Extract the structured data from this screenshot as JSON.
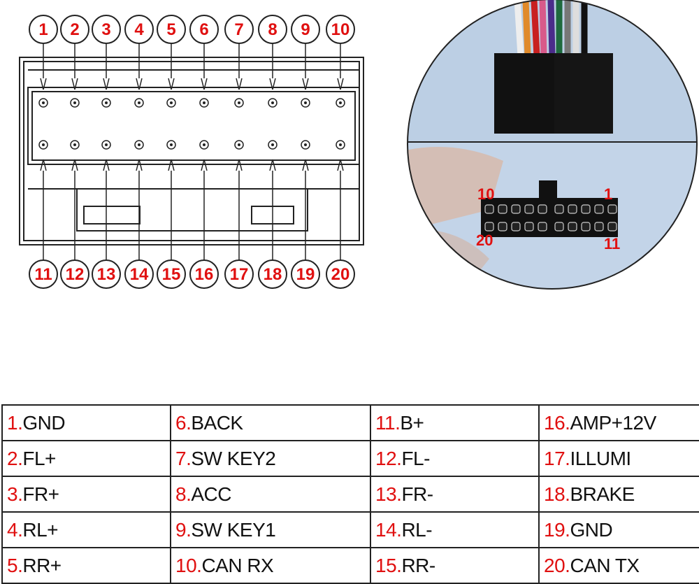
{
  "diagram": {
    "top_pins": [
      "1",
      "2",
      "3",
      "4",
      "5",
      "6",
      "7",
      "8",
      "9",
      "10"
    ],
    "bottom_pins": [
      "11",
      "12",
      "13",
      "14",
      "15",
      "16",
      "17",
      "18",
      "19",
      "20"
    ]
  },
  "photo": {
    "labels": {
      "top_left": "10",
      "top_right": "1",
      "bottom_left": "20",
      "bottom_right": "11"
    }
  },
  "pinout": [
    [
      {
        "n": "1.",
        "t": "GND"
      },
      {
        "n": "6.",
        "t": "BACK"
      },
      {
        "n": "11.",
        "t": "B+"
      },
      {
        "n": "16.",
        "t": "AMP+12V"
      }
    ],
    [
      {
        "n": "2.",
        "t": "FL+"
      },
      {
        "n": "7.",
        "t": "SW KEY2"
      },
      {
        "n": "12.",
        "t": "FL-"
      },
      {
        "n": "17.",
        "t": "ILLUMI"
      }
    ],
    [
      {
        "n": "3.",
        "t": "FR+"
      },
      {
        "n": "8.",
        "t": "ACC"
      },
      {
        "n": "13.",
        "t": "FR-"
      },
      {
        "n": "18.",
        "t": "BRAKE"
      }
    ],
    [
      {
        "n": "4.",
        "t": "RL+"
      },
      {
        "n": "9.",
        "t": "SW KEY1"
      },
      {
        "n": "14.",
        "t": "RL-"
      },
      {
        "n": "19.",
        "t": "GND"
      }
    ],
    [
      {
        "n": "5.",
        "t": "RR+"
      },
      {
        "n": "10.",
        "t": "CAN RX"
      },
      {
        "n": "15.",
        "t": "RR-"
      },
      {
        "n": "20.",
        "t": "CAN TX"
      }
    ]
  ],
  "colors": {
    "accent": "#e01010",
    "line": "#222222",
    "photo_bg": "#b9cde3"
  }
}
